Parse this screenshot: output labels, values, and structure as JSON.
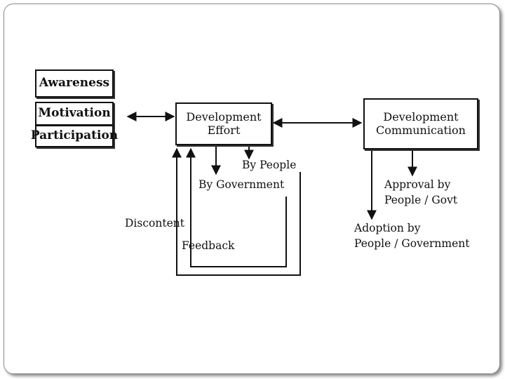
{
  "diagram": {
    "boxes": {
      "awareness": "Awareness",
      "motivation": "Motivation",
      "participation": "Participation",
      "development_effort": "Development\nEffort",
      "development_communication": "Development\nCommunication"
    },
    "labels": {
      "by_people": "By People",
      "by_government": "By Government",
      "discontent": "Discontent",
      "feedback": "Feedback",
      "approval": "Approval by\nPeople / Govt",
      "adoption": "Adoption by\nPeople / Government"
    }
  }
}
